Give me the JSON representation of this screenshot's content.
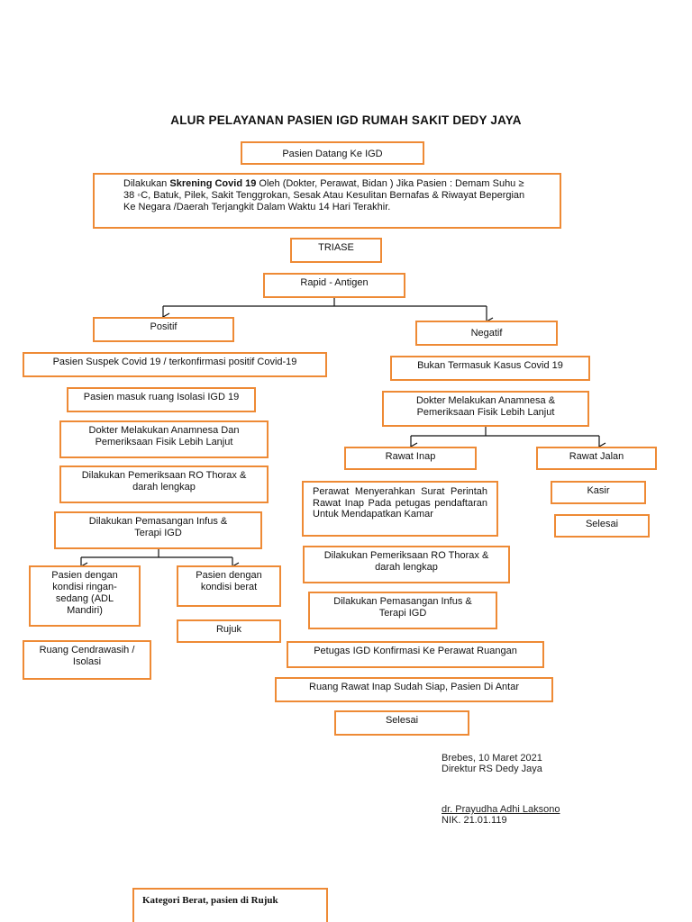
{
  "title": "ALUR PELAYANAN PASIEN IGD RUMAH SAKIT DEDY JAYA",
  "nodes": {
    "datang": "Pasien Datang Ke IGD",
    "skrening_pre": "Dilakukan ",
    "skrening_bold": "Skrening  Covid 19",
    "skrening_post": " Oleh (Dokter, Perawat, Bidan ) Jika  Pasien : Demam Suhu ≥ 38 ◦C, Batuk, Pilek, Sakit Tenggrokan, Sesak Atau Kesulitan Bernafas & Riwayat Bepergian Ke Negara /Daerah Terjangkit Dalam Waktu 14 Hari Terakhir.",
    "triase": "TRIASE",
    "rapid": "Rapid - Antigen",
    "positif": "Positif",
    "negatif": "Negatif",
    "suspek": "Pasien Suspek Covid 19 / terkonfirmasi positif Covid-19",
    "isolasi": "Pasien masuk ruang Isolasi IGD 19",
    "anamnesa_pos": "Dokter Melakukan Anamnesa Dan Pemeriksaan Fisik Lebih Lanjut",
    "ro_pos": "Dilakukan Pemeriksaan RO Thorax & darah lengkap",
    "infus_pos": "Dilakukan Pemasangan Infus & Terapi IGD",
    "ringan": "Pasien dengan kondisi ringan-sedang (ADL Mandiri)",
    "berat": "Pasien dengan kondisi berat",
    "cendrawasih": "Ruang Cendrawasih / Isolasi",
    "rujuk": "Rujuk",
    "bukan": "Bukan Termasuk Kasus Covid 19",
    "anamnesa_neg": "Dokter Melakukan Anamnesa  & Pemeriksaan Fisik Lebih Lanjut",
    "rawat_inap": "Rawat Inap",
    "rawat_jalan": "Rawat Jalan",
    "perawat_spri": "Perawat Menyerahkan Surat Perintah Rawat Inap Pada petugas pendaftaran Untuk Mendapatkan Kamar",
    "kasir": "Kasir",
    "selesai_jalan": "Selesai",
    "ro_neg": "Dilakukan Pemeriksaan RO Thorax & darah lengkap",
    "infus_neg": "Dilakukan Pemasangan Infus & Terapi IGD",
    "konfirmasi": "Petugas IGD Konfirmasi Ke Perawat Ruangan",
    "ruang_siap": "Ruang Rawat Inap Sudah Siap, Pasien Di Antar",
    "selesai_inap": "Selesai"
  },
  "signature": {
    "place_date": "Brebes, 10 Maret 2021",
    "position": "Direktur RS Dedy Jaya",
    "name": "dr.  Prayudha Adhi Laksono",
    "nik": "NIK. 21.01.119"
  },
  "note": "Kategori Berat, pasien di Rujuk",
  "colors": {
    "box_border": "#ee8a35",
    "line": "#111111"
  }
}
